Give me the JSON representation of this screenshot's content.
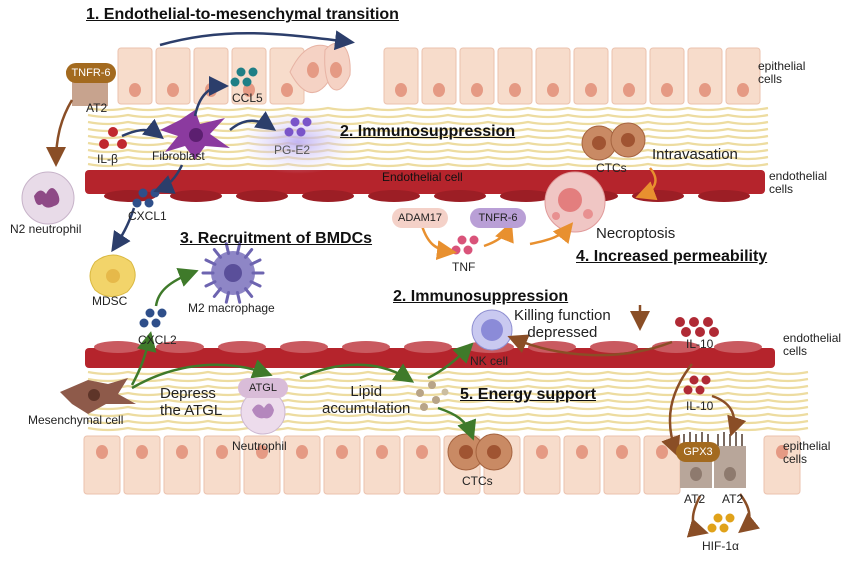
{
  "steps": {
    "step1": "1. Endothelial-to-mesenchymal transition",
    "step2_top": "2. Immunosuppression",
    "step2_mid": "2. Immunosuppression",
    "step3": "3. Recruitment of BMDCs",
    "step4": "4. Increased permeability",
    "step5": "5. Energy support"
  },
  "labels": {
    "epithelial_top": "epithelial\ncells",
    "endothelial_top": "endothelial\ncells",
    "endothelial_cell": "Endothelial cell",
    "endothelial_mid": "endothelial\ncells",
    "epithelial_bottom": "epithelial\ncells",
    "tnfr6_top": "TNFR-6",
    "at2_top": "AT2",
    "il_beta": "IL-β",
    "fibroblast": "Fibroblast",
    "ccl5": "CCL5",
    "pg_e2": "PG-E2",
    "ctcs_top": "CTCs",
    "intravasation": "Intravasation",
    "cxcl1": "CXCL1",
    "n2_neutrophil": "N2 neutrophil",
    "adam17": "ADAM17",
    "tnfr6_mid": "TNFR-6",
    "tnf": "TNF",
    "necroptosis": "Necroptosis",
    "mdsc": "MDSC",
    "m2_macrophage": "M2 macrophage",
    "cxcl2": "CXCL2",
    "killing": "Killing function\ndepressed",
    "nk_cell": "NK cell",
    "il10_top": "IL-10",
    "il10_mid": "IL-10",
    "mesenchymal": "Mesenchymal cell",
    "depress_atgl": "Depress\nthe ATGL",
    "atgl": "ATGL",
    "lipid": "Lipid\naccumulation",
    "neutrophil": "Neutrophil",
    "ctcs_bottom": "CTCs",
    "gpx3": "GPX3",
    "at2_left": "AT2",
    "at2_right": "AT2",
    "hif1a": "HIF-1α"
  },
  "colors": {
    "vessel": "#b5242c",
    "fiber": "#eddca0",
    "epi_cell": "#f7dccb",
    "epi_nucleus": "#e59a84",
    "arrow_navy": "#2c3e6b",
    "arrow_green": "#3f7a2a",
    "arrow_orange": "#e8902f",
    "arrow_brown": "#8a4e26"
  }
}
